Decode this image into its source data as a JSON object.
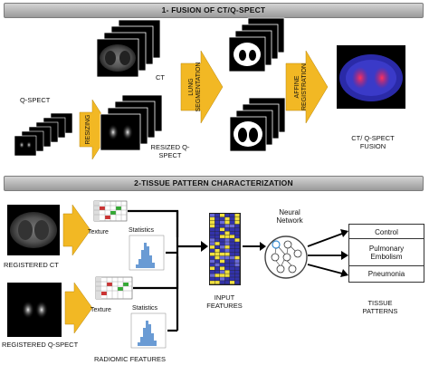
{
  "section1": {
    "title": "1- FUSION OF CT/Q-SPECT",
    "labels": {
      "qspect": "Q-SPECT",
      "resizing": "RESIZING",
      "ct": "CT",
      "resized_qspect": "RESIZED Q-SPECT",
      "lung_segmentation": "LUNG SEGMENTATION",
      "affine_registration": "AFFINE REGISTRATION",
      "fusion": "CT/ Q-SPECT FUSION"
    }
  },
  "section2": {
    "title": "2-TISSUE PATTERN CHARACTERIZATION",
    "labels": {
      "registered_ct": "REGISTERED CT",
      "registered_qspect": "REGISTERED Q-SPECT",
      "texture_1": "Texture",
      "statistics_1": "Statistics",
      "texture_2": "Texture",
      "statistics_2": "Statistics",
      "radiomic_features": "RADIOMIC FEATURES",
      "input_features": "INPUT FEATURES",
      "neural_network": "Neural Network",
      "tissue_patterns": "TISSUE PATTERNS"
    },
    "classes": [
      "Control",
      "Pulmonary Embolism",
      "Pneumonia"
    ]
  },
  "colors": {
    "arrow_fill": "#f2b824",
    "banner_top": "#d4d4d4",
    "banner_bottom": "#9a9a9a",
    "heatmap_blue": "#3333aa",
    "heatmap_yellow": "#f0e040",
    "histogram": "#6a9bd4",
    "fusion_blue": "#2a2aa8",
    "fusion_red": "#c0205a"
  }
}
